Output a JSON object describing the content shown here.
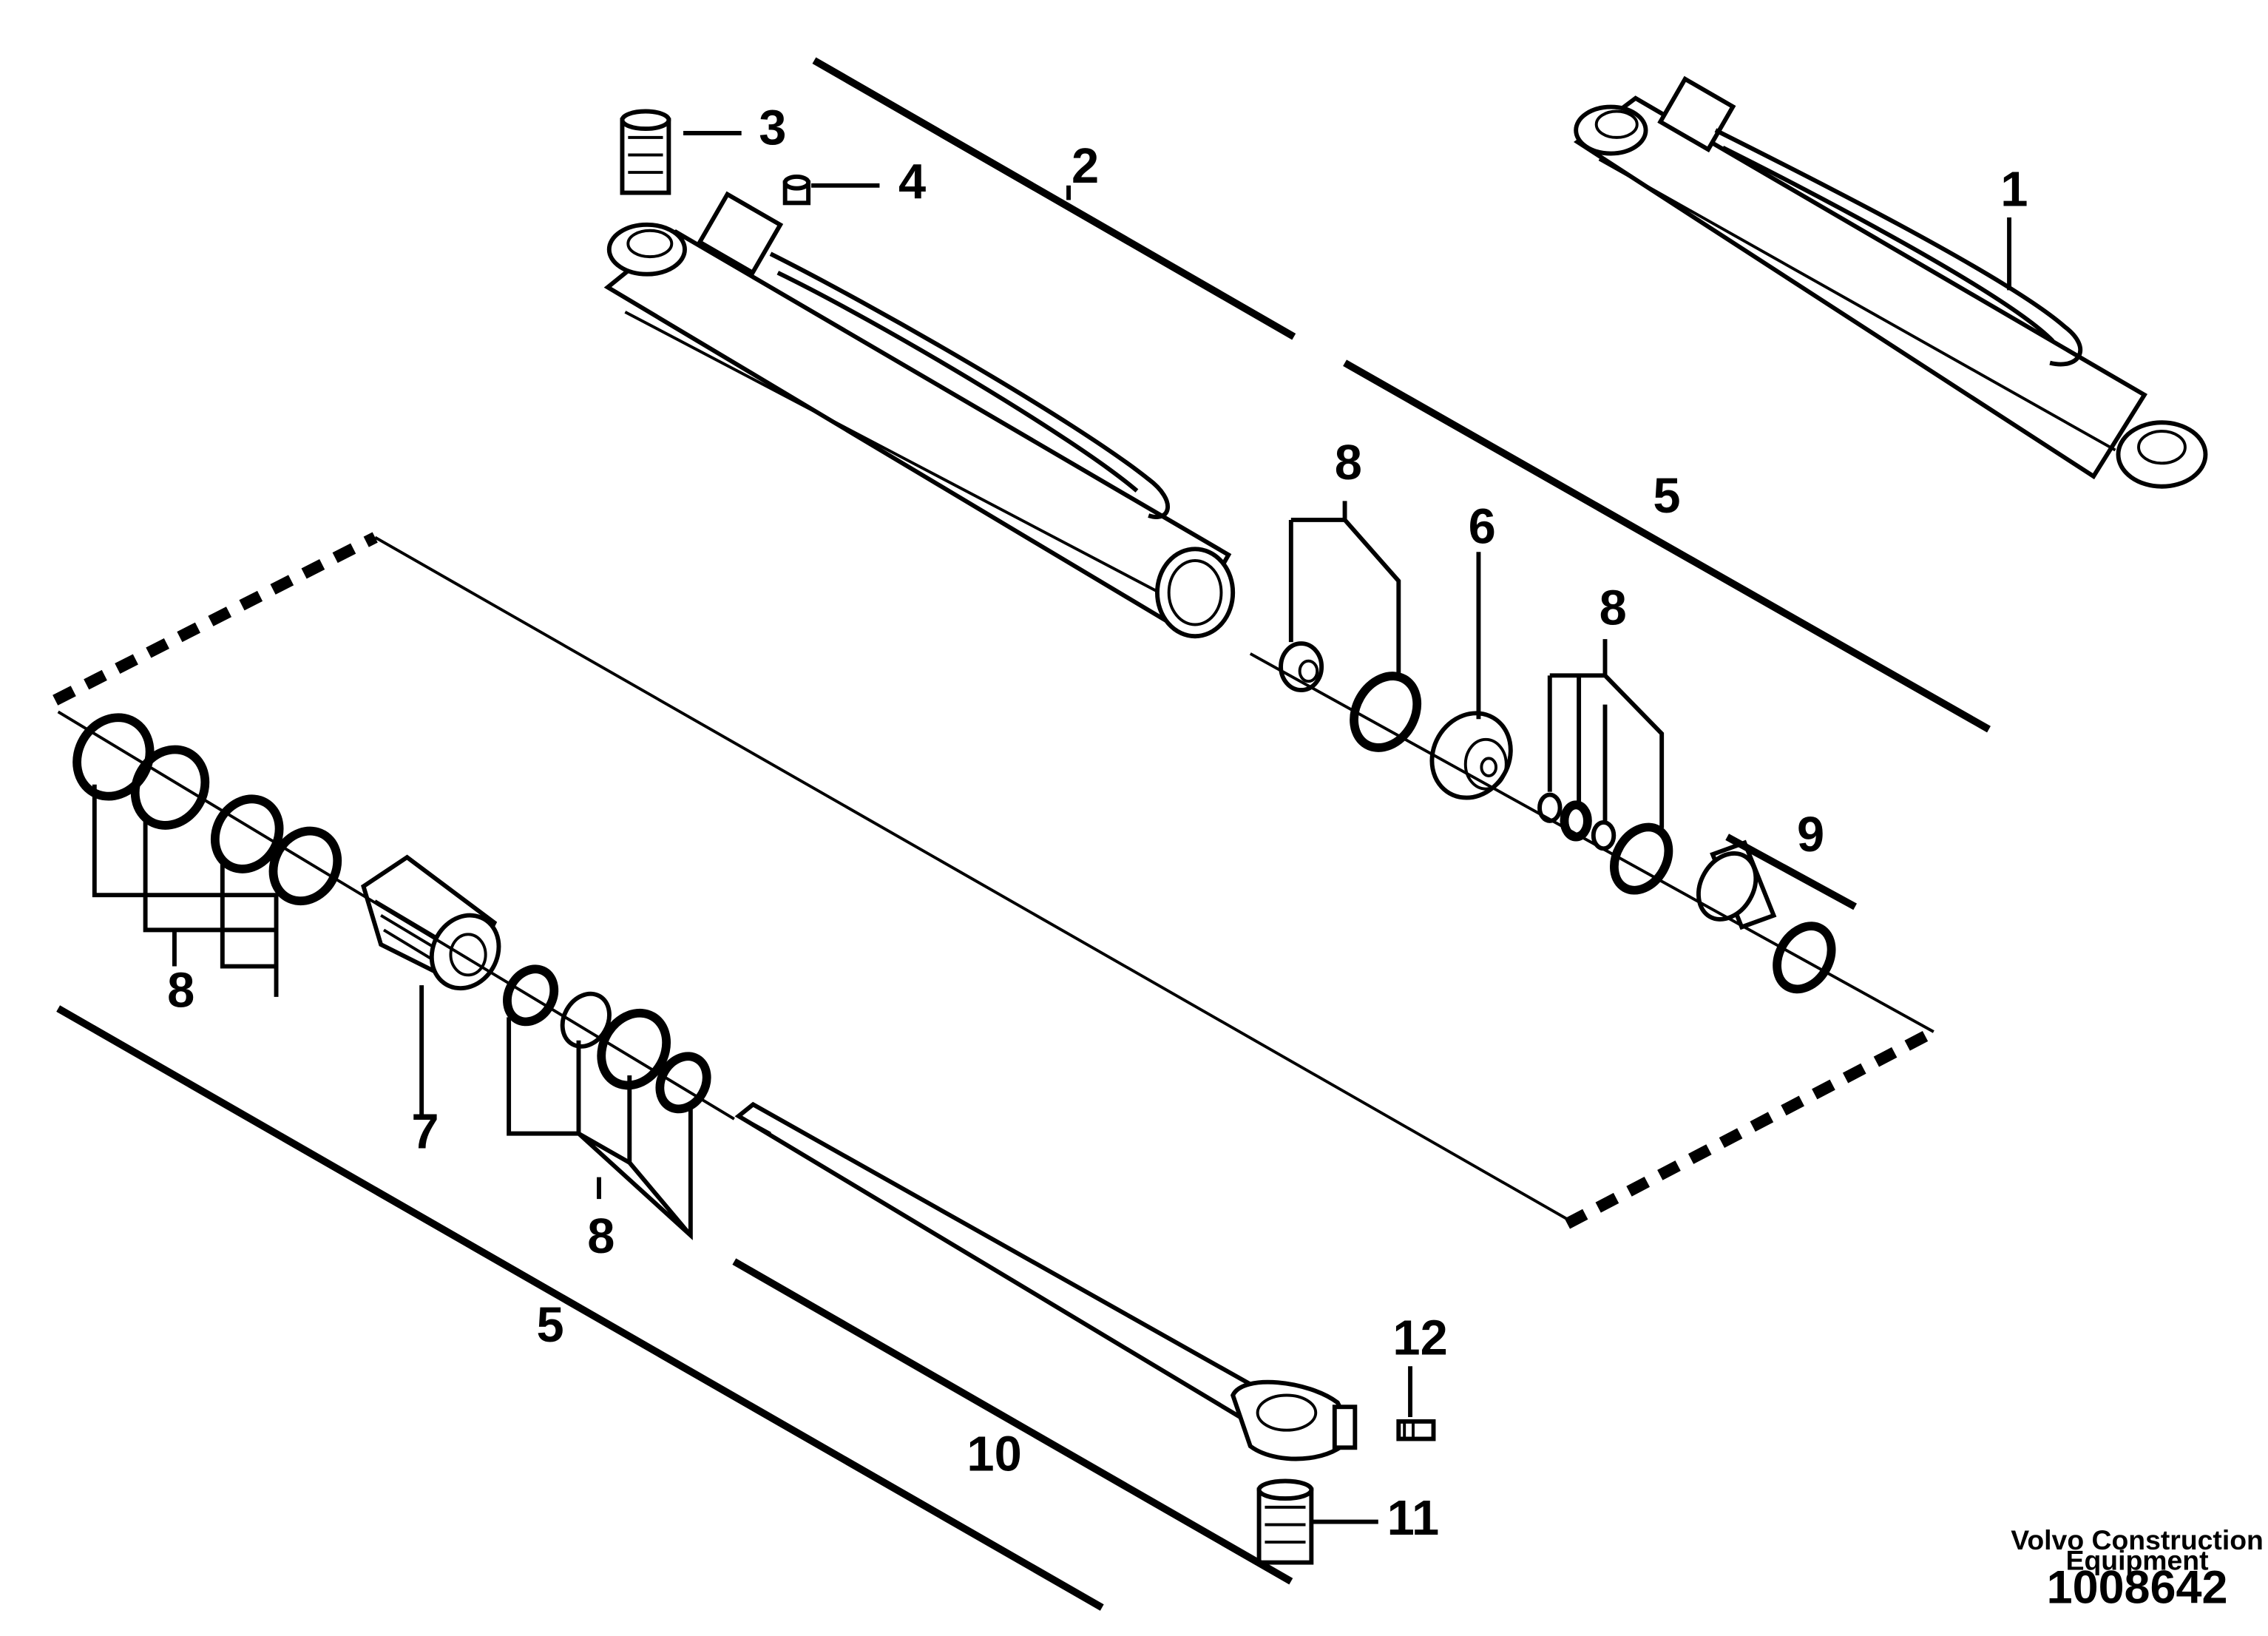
{
  "callouts": {
    "c1": "1",
    "c2": "2",
    "c3": "3",
    "c4": "4",
    "c5a": "5",
    "c5b": "5",
    "c6": "6",
    "c7": "7",
    "c8a": "8",
    "c8b": "8",
    "c8c": "8",
    "c8d": "8",
    "c9": "9",
    "c10": "10",
    "c11": "11",
    "c12": "12"
  },
  "brand": {
    "line1": "Volvo Construction",
    "line2": "Equipment"
  },
  "drawing_number": "1008642"
}
